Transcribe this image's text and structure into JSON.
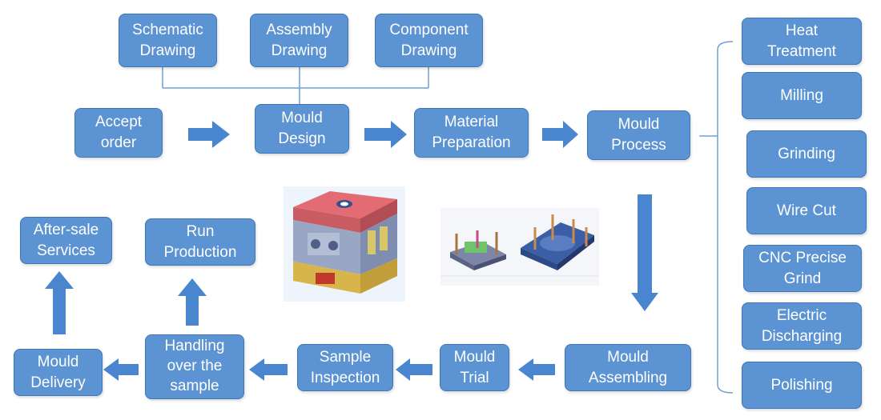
{
  "colors": {
    "box_fill": "#5b93d3",
    "box_border": "#3f76b8",
    "arrow": "#4a86cf",
    "connector": "#6f9fd6"
  },
  "drawings": {
    "schematic": "Schematic\nDrawing",
    "assembly": "Assembly\nDrawing",
    "component": "Component\nDrawing"
  },
  "flow": {
    "accept_order": "Accept\norder",
    "mould_design": "Mould\nDesign",
    "material_preparation": "Material\nPreparation",
    "mould_process": "Mould\nProcess",
    "mould_assembling": "Mould\nAssembling",
    "mould_trial": "Mould\nTrial",
    "sample_inspection": "Sample\nInspection",
    "handling_over_sample": "Handling\nover the\nsample",
    "mould_delivery": "Mould\nDelivery",
    "after_sale_services": "After-sale\nServices",
    "run_production": "Run\nProduction"
  },
  "processes": [
    "Heat\nTreatment",
    "Milling",
    "Grinding",
    "Wire Cut",
    "CNC Precise\nGrind",
    "Electric\nDischarging",
    "Polishing"
  ]
}
